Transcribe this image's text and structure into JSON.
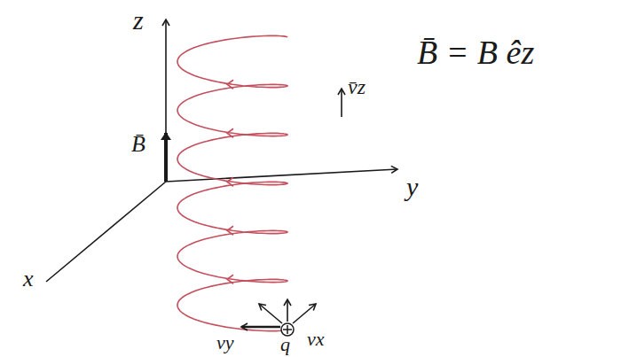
{
  "diagram": {
    "labels": [
      "z",
      "y",
      "x",
      "B̄",
      "v̄z",
      "B̄ = B êz",
      "vy",
      "vx",
      "q"
    ]
  }
}
